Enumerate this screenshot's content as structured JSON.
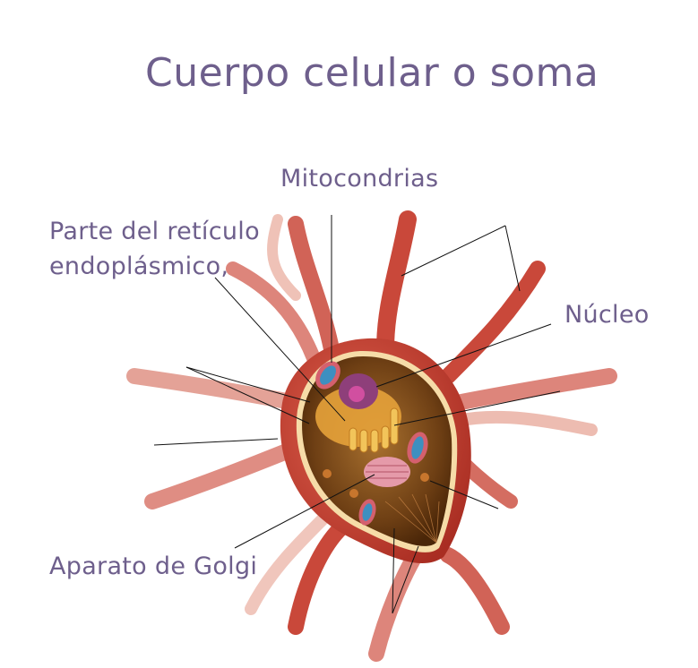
{
  "title": "Cuerpo celular o soma",
  "labels": {
    "mitochondria": "Mitocondrias",
    "er_line1": "Parte del retículo",
    "er_line2": "endoplásmico,",
    "nucleus": "Núcleo",
    "golgi": "Aparato de Golgi"
  },
  "colors": {
    "text": "#6e5f8c",
    "membrane": "#c8463a",
    "cytoplasm": "#7a4a1a",
    "leader_line": "#111111"
  }
}
